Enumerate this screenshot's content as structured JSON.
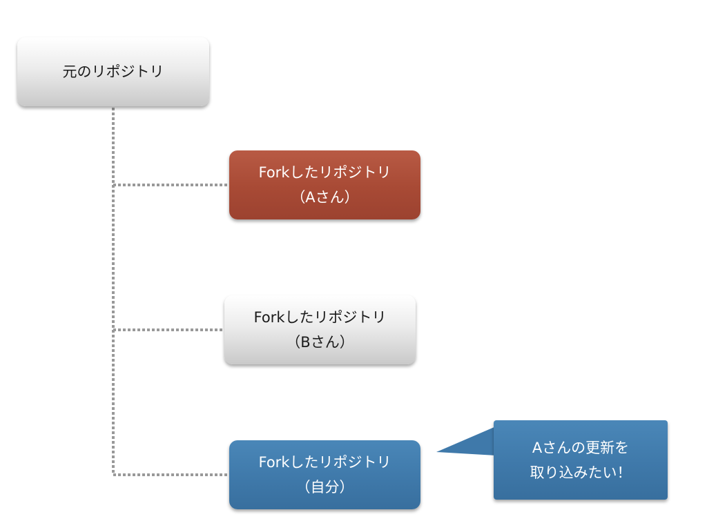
{
  "diagram": {
    "root": {
      "label": "元のリポジトリ",
      "color": "#d9d9d9"
    },
    "forks": [
      {
        "line1": "Forkしたリポジトリ",
        "line2": "（Aさん）",
        "color": "#a84a35"
      },
      {
        "line1": "Forkしたリポジトリ",
        "line2": "（Bさん）",
        "color": "#d9d9d9"
      },
      {
        "line1": "Forkしたリポジトリ",
        "line2": "（自分）",
        "color": "#3f79aa"
      }
    ],
    "callout": {
      "line1": "Aさんの更新を",
      "line2": "取り込みたい！",
      "color": "#3f79aa"
    },
    "connector_color": "#999999"
  }
}
